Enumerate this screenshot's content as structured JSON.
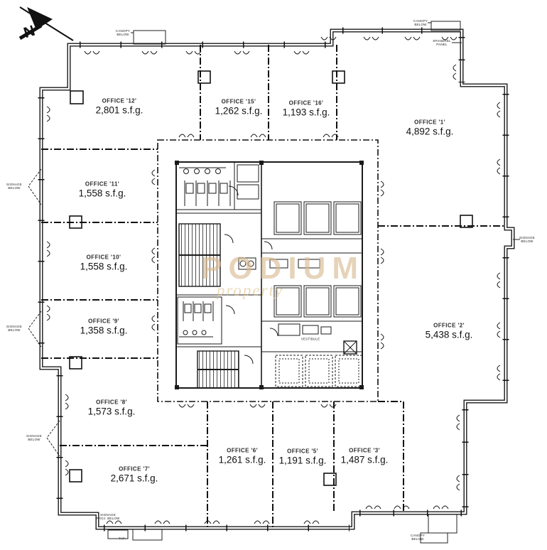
{
  "title": "Office tower typical floor plan",
  "colors": {
    "wall": "#1a1a1a",
    "watermark_main": "#d6b88e",
    "watermark_sub": "#dfc086"
  },
  "compass": {
    "label": "N"
  },
  "watermark": {
    "line1": "PODIUM",
    "line2": "property"
  },
  "offices": [
    {
      "id": "1",
      "name": "OFFICE '1'",
      "area": "4,892 s.f.g."
    },
    {
      "id": "2",
      "name": "OFFICE '2'",
      "area": "5,438 s.f.g."
    },
    {
      "id": "3",
      "name": "OFFICE '3'",
      "area": "1,487 s.f.g."
    },
    {
      "id": "5",
      "name": "OFFICE '5'",
      "area": "1,191 s.f.g."
    },
    {
      "id": "6",
      "name": "OFFICE '6'",
      "area": "1,261 s.f.g."
    },
    {
      "id": "7",
      "name": "OFFICE '7'",
      "area": "2,671 s.f.g."
    },
    {
      "id": "8",
      "name": "OFFICE '8'",
      "area": "1,573 s.f.g."
    },
    {
      "id": "9",
      "name": "OFFICE '9'",
      "area": "1,358 s.f.g."
    },
    {
      "id": "10",
      "name": "OFFICE '10'",
      "area": "1,558 s.f.g."
    },
    {
      "id": "11",
      "name": "OFFICE '11'",
      "area": "1,558 s.f.g."
    },
    {
      "id": "12",
      "name": "OFFICE '12'",
      "area": "2,801 s.f.g."
    },
    {
      "id": "15",
      "name": "OFFICE '15'",
      "area": "1,262 s.f.g."
    },
    {
      "id": "16",
      "name": "OFFICE '16'",
      "area": "1,193 s.f.g."
    }
  ],
  "annotations": {
    "top_left": "CANOPY\nBELOW",
    "top_right_1": "CANOPY\nBELOW",
    "top_right_2": "SPANDREL\nPANEL",
    "left_1": "SIGNAGE\nBELOW",
    "left_2": "SIGNAGE\nBELOW",
    "left_3": "SIGNAGE\nBELOW",
    "right_1": "SIGNAGE\nBELOW",
    "bottom_1": "SIGNAGE\nPROJ. BELOW",
    "bottom_2": "TYP.",
    "bottom_3": "CANOPY\nBELOW",
    "core_room": "VESTIBULE"
  }
}
